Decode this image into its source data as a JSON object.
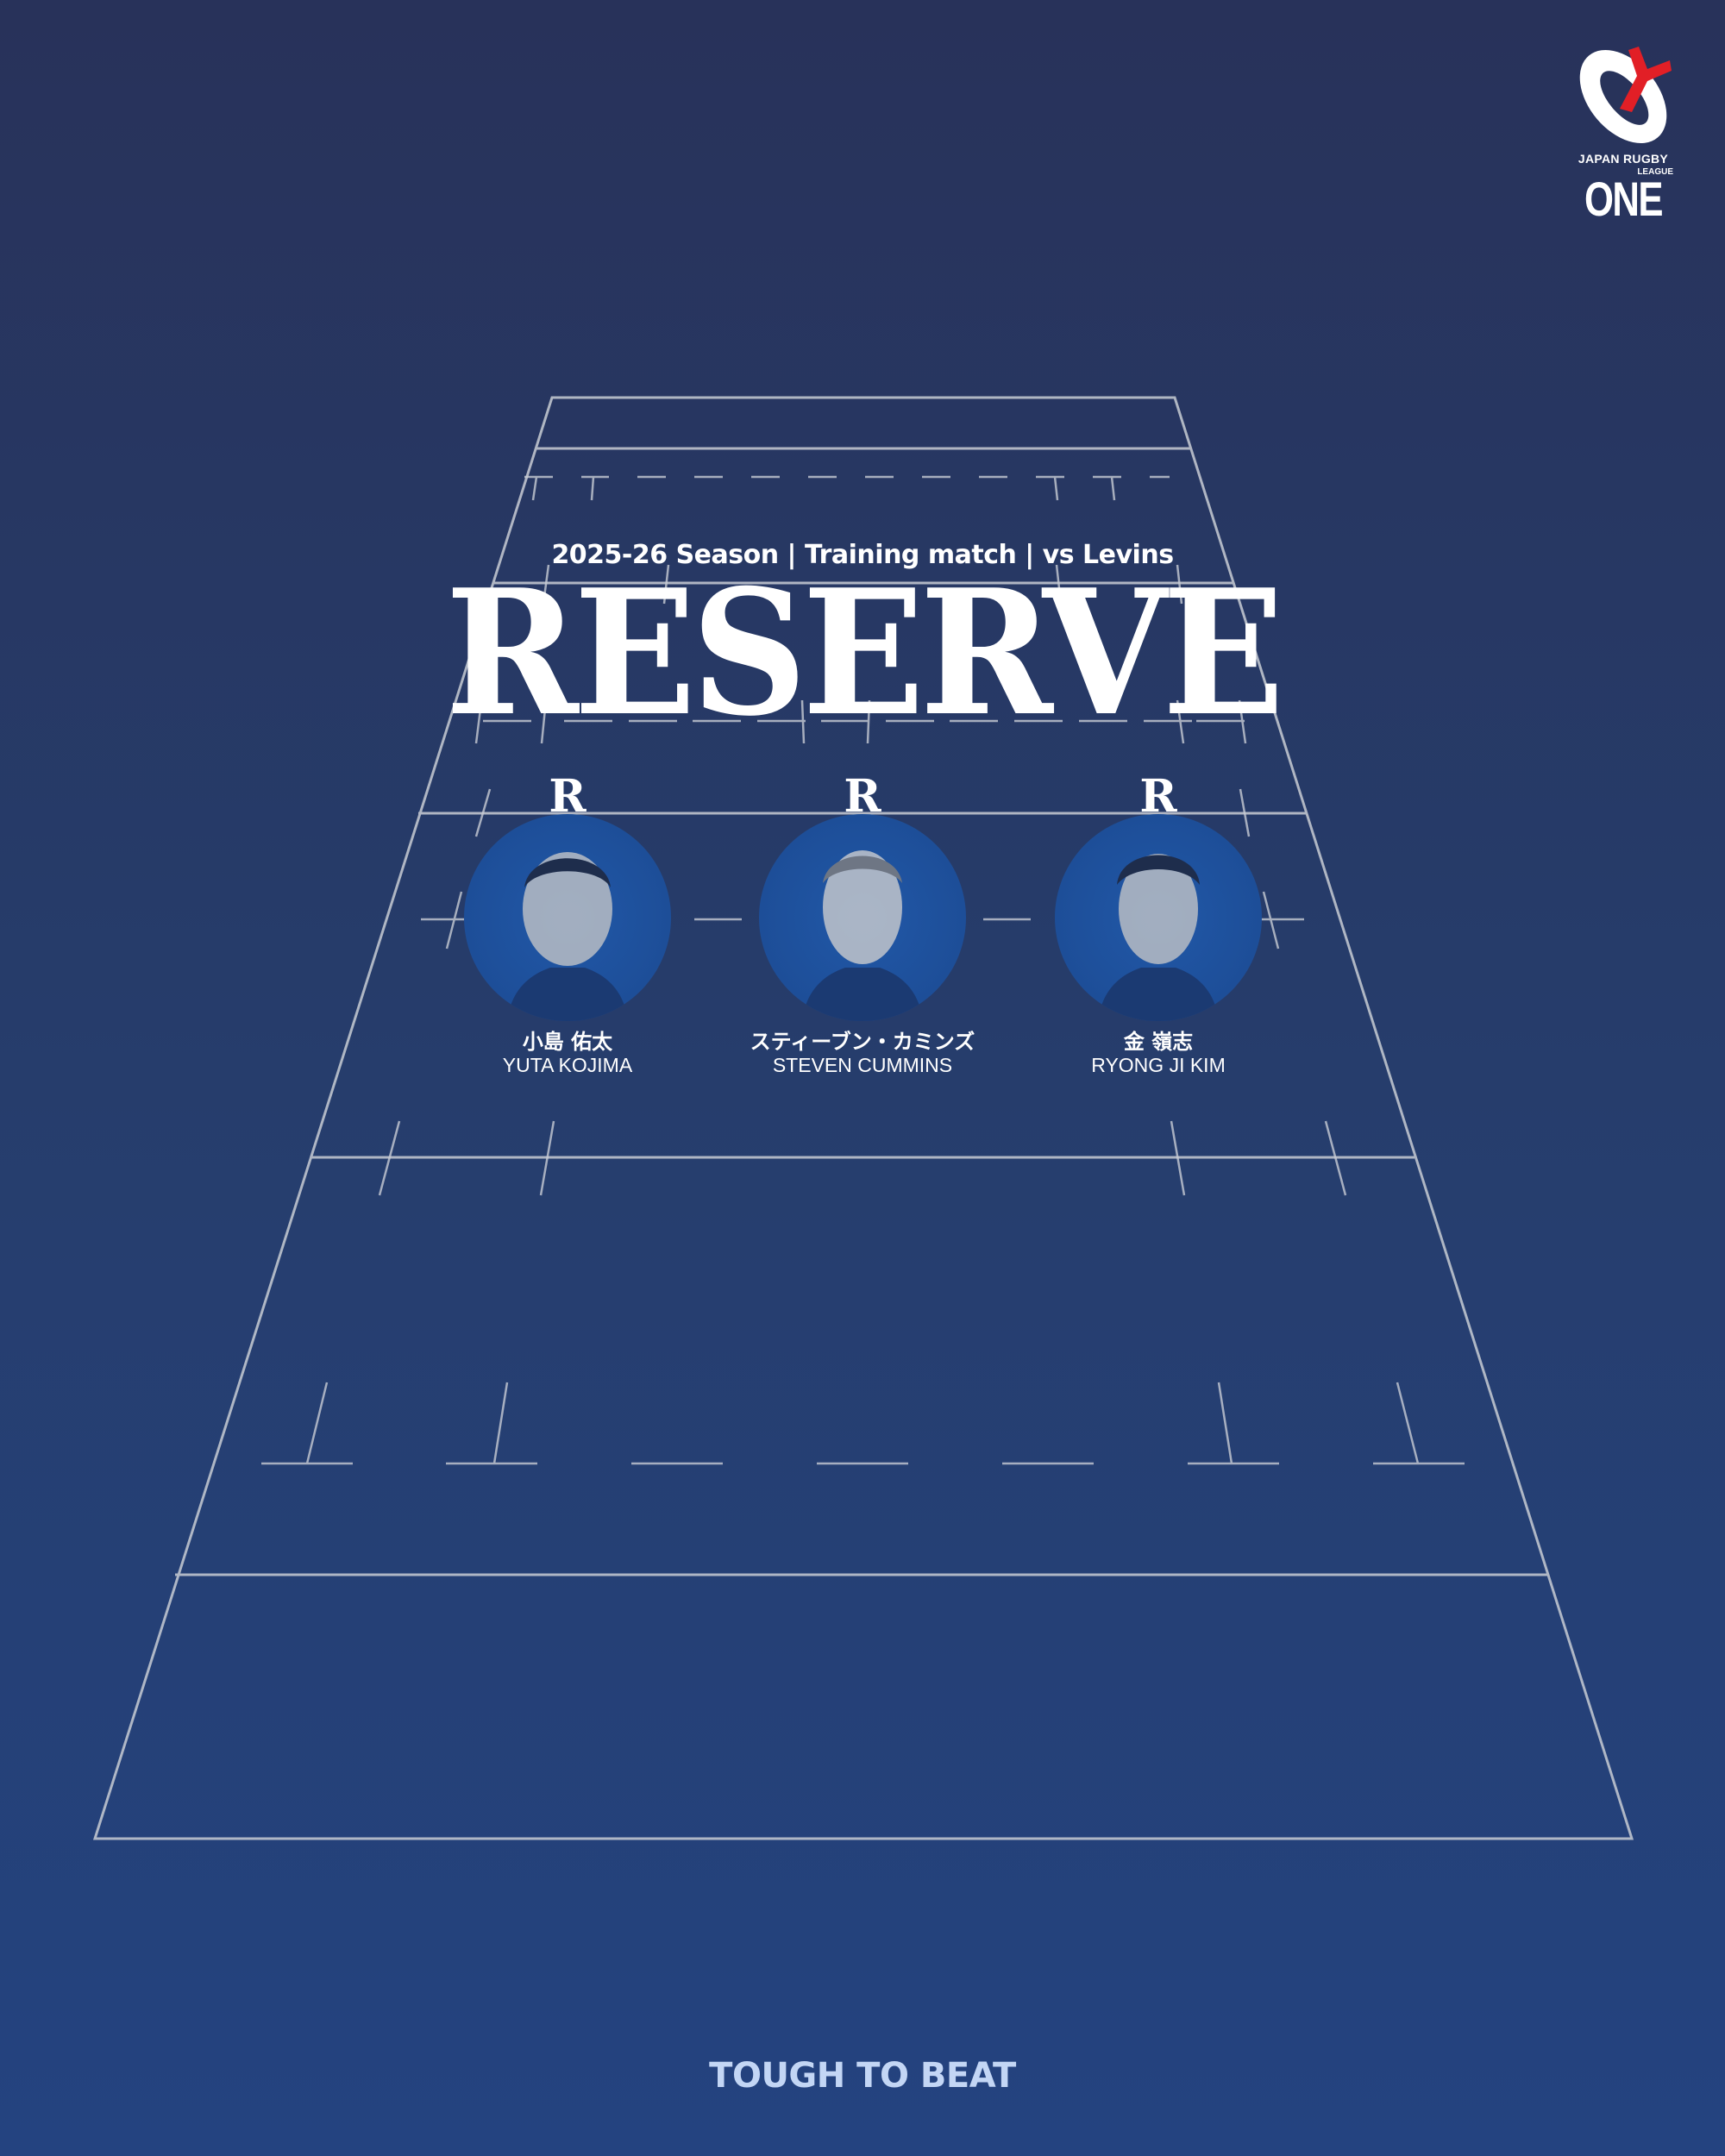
{
  "logo": {
    "line1": "JAPAN RUGBY",
    "line2": "LEAGUE",
    "line3": "ONE",
    "colors": {
      "ball": "#ffffff",
      "accent": "#e21f26"
    }
  },
  "header": {
    "subtitle": "2025-26 Season | Training match | vs Levins",
    "title": "RESERVE"
  },
  "players": [
    {
      "position": "R",
      "name_jp": "小島 佑太",
      "name_en": "YUTA KOJIMA"
    },
    {
      "position": "R",
      "name_jp": "スティーブン・カミンズ",
      "name_en": "STEVEN CUMMINS"
    },
    {
      "position": "R",
      "name_jp": "金 嶺志",
      "name_en": "RYONG JI KIM"
    }
  ],
  "footer": {
    "tagline": "TOUGH TO BEAT"
  },
  "colors": {
    "background_top": "#28325a",
    "background_bottom": "#244380",
    "field_lines": "#c8ccd4",
    "photo_circle": "#1f52a0",
    "tagline": "#c3d6f5"
  }
}
